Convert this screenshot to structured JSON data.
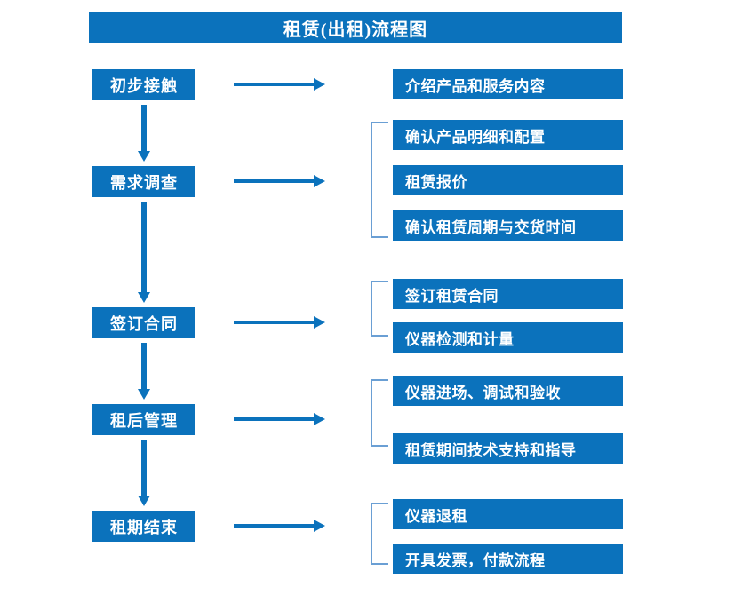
{
  "chart_data": {
    "type": "diagram",
    "title": "租赁(出租)流程图",
    "diagram_kind": "flowchart",
    "orientation": "vertical-with-branches"
  },
  "title": {
    "text": "租赁(出租)流程图"
  },
  "colors": {
    "primary_blue": "#0b72bc",
    "bracket_blue": "#6a9fd4",
    "box_text": "#ffffff",
    "background": "#ffffff"
  },
  "stages": [
    {
      "label": "初步接触"
    },
    {
      "label": "需求调查"
    },
    {
      "label": "签订合同"
    },
    {
      "label": "租后管理"
    },
    {
      "label": "租期结束"
    }
  ],
  "details": {
    "group1": [
      {
        "label": "介绍产品和服务内容"
      }
    ],
    "group2": [
      {
        "label": "确认产品明细和配置"
      },
      {
        "label": "租赁报价"
      },
      {
        "label": "确认租赁周期与交货时间"
      }
    ],
    "group3": [
      {
        "label": "签订租赁合同"
      },
      {
        "label": "仪器检测和计量"
      }
    ],
    "group4": [
      {
        "label": "仪器进场、调试和验收"
      },
      {
        "label": "租赁期间技术支持和指导"
      }
    ],
    "group5": [
      {
        "label": "仪器退租"
      },
      {
        "label": "开具发票，付款流程"
      }
    ]
  }
}
